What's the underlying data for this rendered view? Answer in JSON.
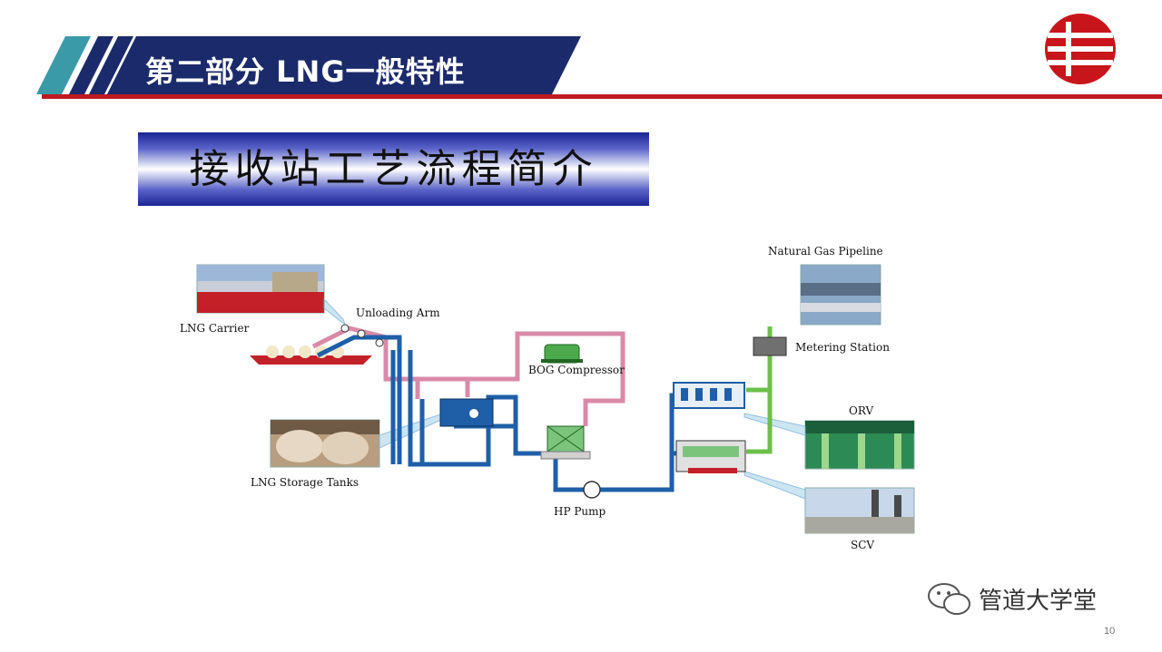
{
  "header": {
    "title": "第二部分  LNG一般特性",
    "colors": {
      "navy": "#1b2a6b",
      "teal": "#3a9aa8",
      "red": "#c0191f"
    }
  },
  "logo": {
    "icon": "company-logo-icon"
  },
  "subtitle": "接收站工艺流程简介",
  "diagram": {
    "labels": {
      "natural_gas_pipeline": "Natural Gas Pipeline",
      "unloading_arm": "Unloading Arm",
      "lng_carrier": "LNG Carrier",
      "bog_compressor": "BOG Compressor",
      "metering_station": "Metering Station",
      "orv": "ORV",
      "lng_storage_tanks": "LNG Storage Tanks",
      "hp_pump": "HP Pump",
      "scv": "SCV"
    },
    "pipe_colors": {
      "lng": "#1f5fa8",
      "vapor": "#d98aa8",
      "gas": "#6cc04a"
    }
  },
  "watermark": {
    "text": "管道大学堂",
    "icon": "wechat-icon"
  },
  "page_number": "10"
}
